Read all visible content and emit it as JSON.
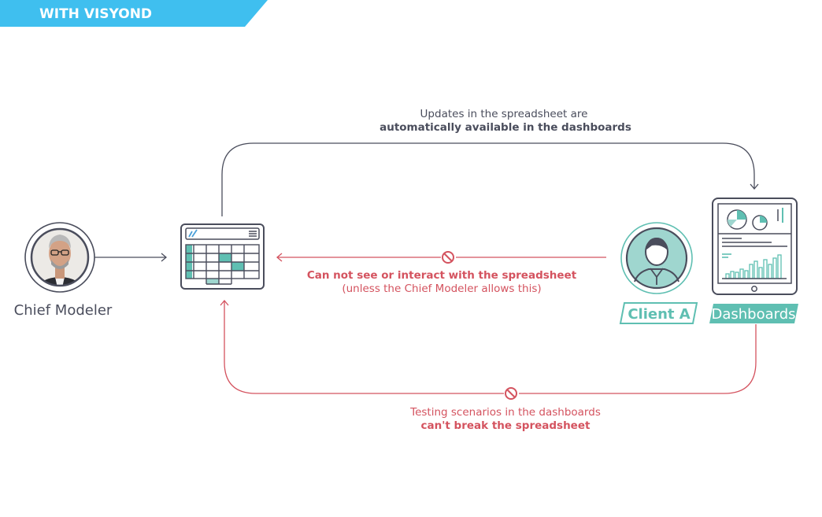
{
  "header": {
    "banner": "WITH VISYOND"
  },
  "nodes": {
    "chief_modeler": {
      "label": "Chief Modeler"
    },
    "client": {
      "label": "Client A"
    },
    "dashboards": {
      "label": "Dashboards"
    }
  },
  "flows": {
    "top": {
      "line1": "Updates in the spreadsheet are",
      "line2": "automatically available in the dashboards"
    },
    "middle": {
      "line1": "Can not see or interact with the spreadsheet",
      "line2": "(unless the Chief Modeler allows this)"
    },
    "bottom": {
      "line1": "Testing scenarios in the dashboards",
      "line2": "can't break the spreadsheet"
    }
  },
  "colors": {
    "banner": "#3fbfef",
    "dark": "#4a4d5c",
    "teal": "#5fbfb2",
    "teal_light": "#9fd6cf",
    "red": "#d4535f"
  }
}
